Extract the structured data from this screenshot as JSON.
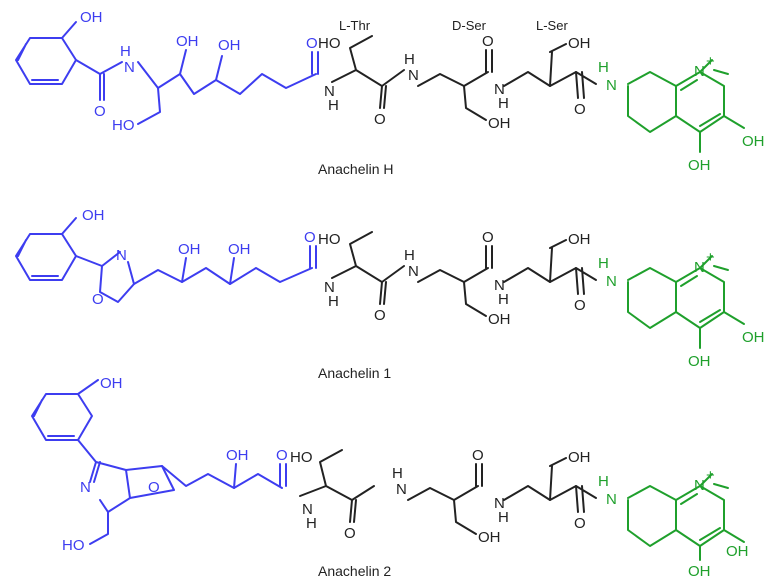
{
  "colors": {
    "moiety_blue": "#3d3df0",
    "peptide_black": "#222222",
    "isoquinoline_green": "#1fa02c"
  },
  "residue_labels": [
    "L-Thr",
    "D-Ser",
    "L-Ser"
  ],
  "atom_labels": {
    "OH": "OH",
    "HO": "HO",
    "H": "H",
    "N": "N",
    "O": "O",
    "N_plus": "N",
    "plus": "+"
  },
  "compounds": [
    {
      "name": "Anachelin H"
    },
    {
      "name": "Anachelin 1"
    },
    {
      "name": "Anachelin 2"
    }
  ]
}
